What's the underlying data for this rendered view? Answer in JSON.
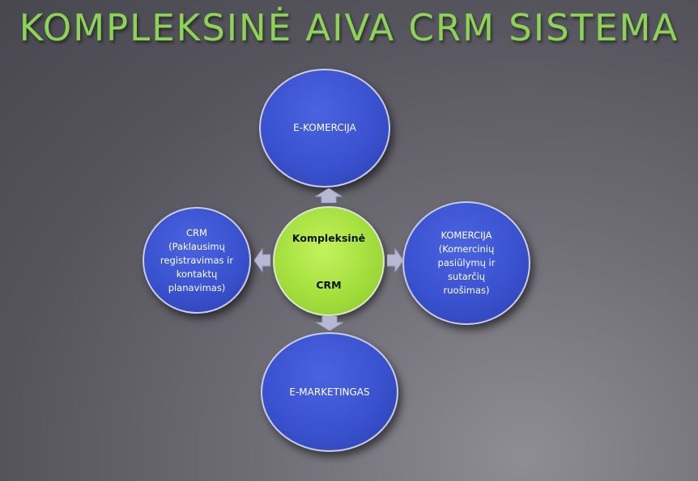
{
  "title": "KOMPLEKSINĖ AIVA CRM SISTEMA",
  "center": {
    "line1": "Kompleksinė",
    "line2": "CRM"
  },
  "nodes": {
    "top": {
      "label": "E-KOMERCIJA"
    },
    "left": {
      "label": "CRM\n(Paklausimų\nregistravimas ir\nkontaktų\nplanavimas)"
    },
    "right": {
      "label": "KOMERCIJA\n(Komercinių\npasiūlymų ir\nsutarčių\nruošimas)"
    },
    "bottom": {
      "label": "E-MARKETINGAS"
    }
  },
  "colors": {
    "title": "#8cd356",
    "center_fill": "#a3de3d",
    "node_fill": "#3a52cf",
    "arrow_fill": "#b7b9d4"
  },
  "icons": [
    "arrow-up-icon",
    "arrow-left-icon",
    "arrow-right-icon",
    "arrow-down-icon"
  ]
}
